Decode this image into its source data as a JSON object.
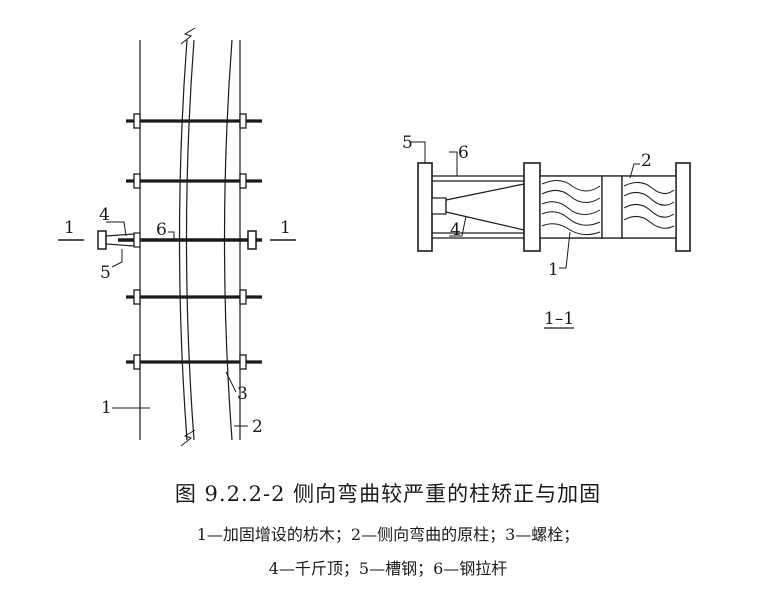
{
  "figure": {
    "left_labels": {
      "section_left": "1",
      "section_right": "1",
      "label_1": "1",
      "label_2": "2",
      "label_3": "3",
      "label_4": "4",
      "label_5": "5",
      "label_6": "6"
    },
    "right_labels": {
      "label_5": "5",
      "label_6": "6",
      "label_2": "2",
      "label_4": "4",
      "label_1": "1",
      "section_title": "1–1"
    }
  },
  "caption": {
    "title": "图 9.2.2-2 侧向弯曲较严重的柱矫正与加固",
    "legend_line1": "1—加固增设的枋木；2—侧向弯曲的原柱；3—螺栓；",
    "legend_line2": "4—千斤顶；5—槽钢；6—钢拉杆"
  }
}
